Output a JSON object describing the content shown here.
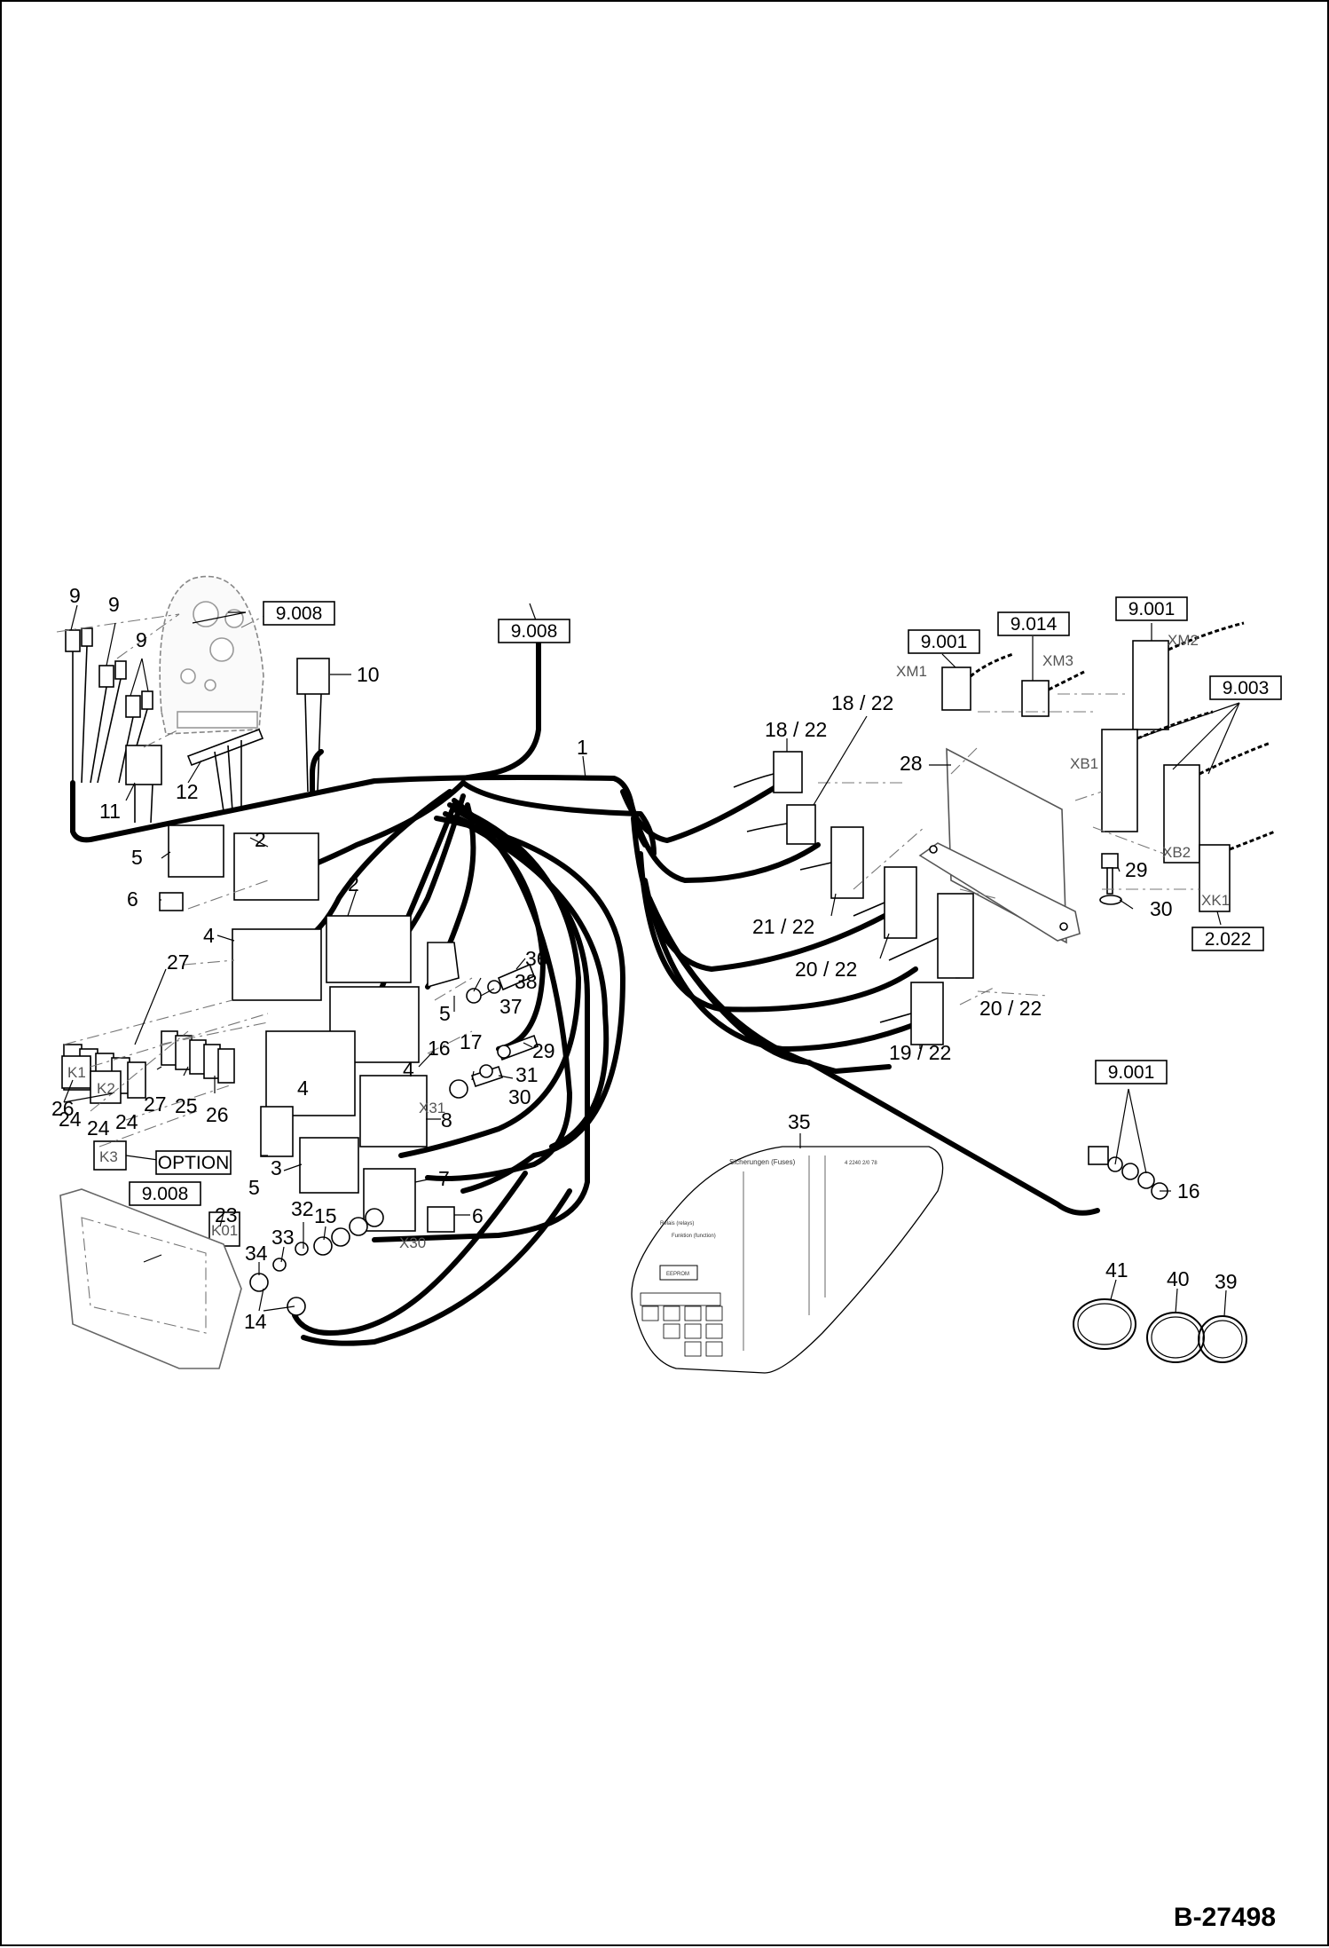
{
  "diagram": {
    "drawing_number": "B-27498",
    "ref_boxes": {
      "instrument": "9.008",
      "main_harness": "9.008",
      "xm1": "9.001",
      "xm3": "9.014",
      "xm2": "9.001",
      "xb": "9.003",
      "xk1": "2.022",
      "ground": "9.001",
      "bracket": "9.008",
      "option": "OPTION"
    },
    "connector_tags": {
      "xm1": "XM1",
      "xm3": "XM3",
      "xm2": "XM2",
      "xb1": "XB1",
      "xb2": "XB2",
      "xk1": "XK1",
      "x31": "X31",
      "x30": "X30",
      "k1": "K1",
      "k2": "K2",
      "k3": "K3",
      "k01": "K01"
    },
    "callouts": {
      "p9a": "9",
      "p9b": "9",
      "p9c": "9",
      "p10": "10",
      "p11": "11",
      "p12": "12",
      "p1": "1",
      "p2a": "2",
      "p2b": "2",
      "p5a": "5",
      "p6a": "6",
      "p4a": "4",
      "p27a": "27",
      "p26a": "26",
      "p36": "36",
      "p38": "38",
      "p37": "37",
      "p5b": "5",
      "p29a": "29",
      "p17": "17",
      "p16a": "16",
      "p31": "31",
      "p4b": "4",
      "p30a": "30",
      "p4c": "4",
      "p8": "8",
      "p27b": "27",
      "p25": "25",
      "p26b": "26",
      "p24a": "24",
      "p24b": "24",
      "p24c": "24",
      "p5c": "5",
      "p3": "3",
      "p7": "7",
      "p23": "23",
      "p32": "32",
      "p15": "15",
      "p6b": "6",
      "p33": "33",
      "p34": "34",
      "p14": "14",
      "p18a": "18 / 22",
      "p18b": "18 / 22",
      "p28": "28",
      "p21": "21 / 22",
      "p20a": "20 / 22",
      "p20b": "20 / 22",
      "p19": "19 / 22",
      "p29b": "29",
      "p30b": "30",
      "p16b": "16",
      "p35": "35",
      "p41": "41",
      "p40": "40",
      "p39": "39"
    },
    "label_35": {
      "header": "Sicherungen (Fuses)",
      "code": "4 2240 2/0 78",
      "relays": "Relais (relays)",
      "function": "Funktion (function)",
      "eeprom": "EEPROM"
    }
  }
}
